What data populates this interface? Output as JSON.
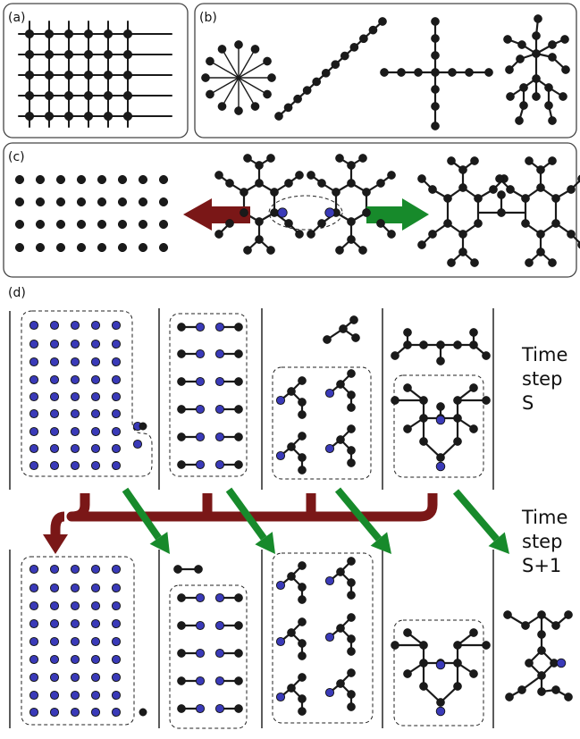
{
  "panels": {
    "a": {
      "label": "(a)"
    },
    "b": {
      "label": "(b)"
    },
    "c": {
      "label": "(c)"
    },
    "d": {
      "label": "(d)"
    }
  },
  "time_labels": {
    "top": [
      "Time",
      "step",
      "S"
    ],
    "bottom": [
      "Time",
      "step",
      "S+1"
    ]
  },
  "colors": {
    "node_dark": "#1a1a1a",
    "node_blue": "#3a3ab8",
    "arrow_red": "#7a1717",
    "arrow_green": "#178a2b",
    "frame": "#444444"
  }
}
